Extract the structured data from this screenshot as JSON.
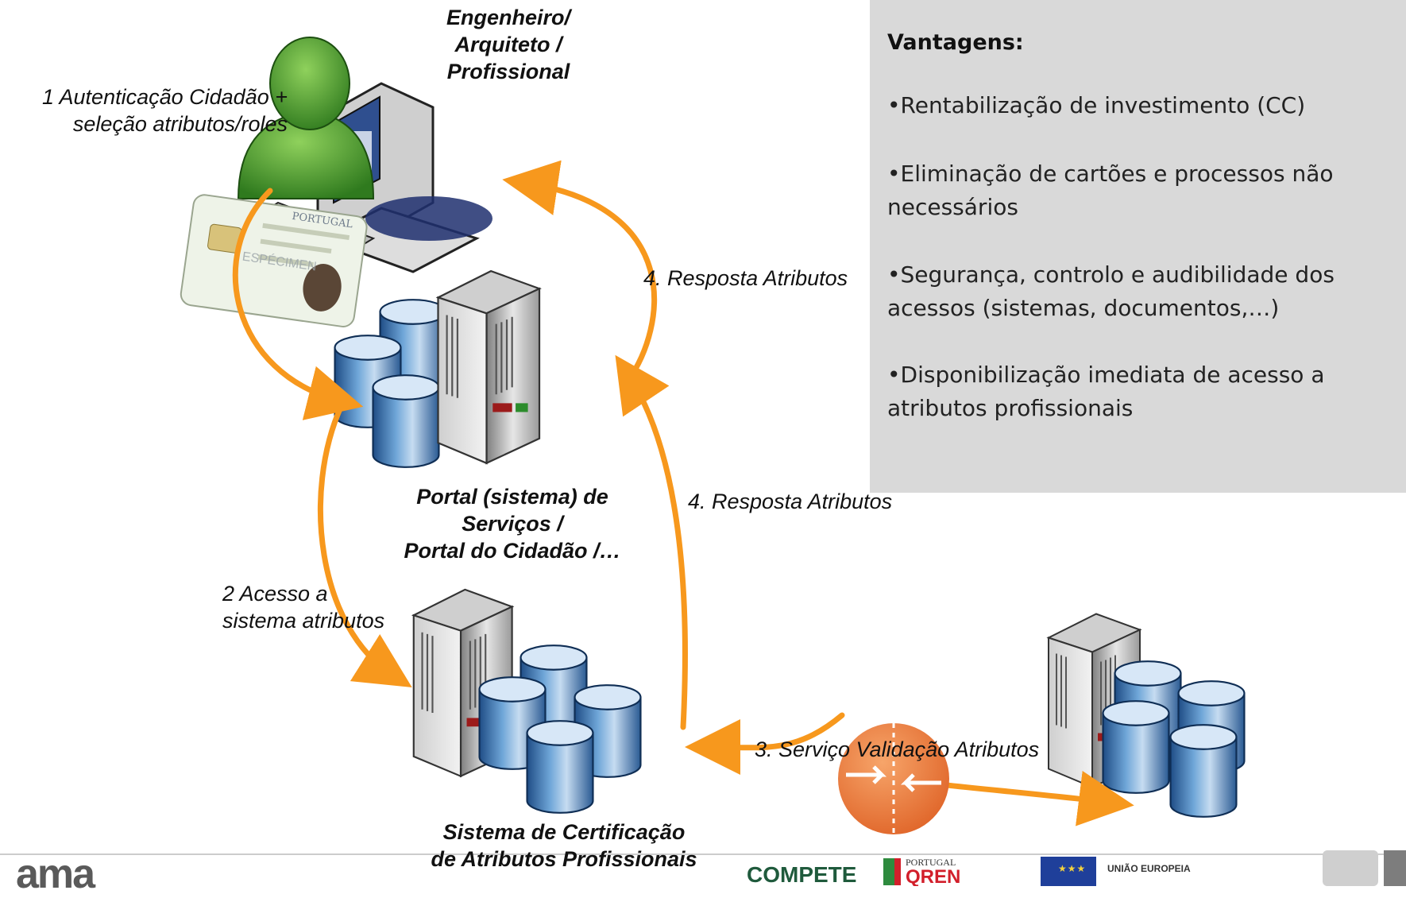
{
  "advantages": {
    "title": "Vantagens:",
    "items": [
      "•Rentabilização de investimento (CC)",
      "•Eliminação de cartões e processos não necessários",
      "•Segurança, controlo e audibilidade dos acessos (sistemas, documentos,…)",
      "•Disponibilização imediata de acesso a atributos profissionais"
    ]
  },
  "nodes": {
    "user": [
      "Engenheiro/",
      "Arquiteto /",
      "Profissional"
    ],
    "portal": [
      "Portal  (sistema) de",
      "Serviços /",
      "Portal do Cidadão /…"
    ],
    "certification": [
      "Sistema de Certificação",
      "de Atributos Profissionais"
    ]
  },
  "edges": {
    "step1": [
      "1 Autenticação Cidadão +",
      "seleção atributos/roles"
    ],
    "step2": [
      "2 Acesso a",
      "sistema atributos"
    ],
    "step3": "3. Serviço Validação Atributos",
    "step4a": "4. Resposta Atributos",
    "step4b": "4. Resposta Atributos"
  },
  "card": {
    "country": "PORTUGAL",
    "watermark": "ESPÉCIMEN"
  },
  "footer": {
    "ama": "ama",
    "compete": "COMPETE",
    "qren_country": "PORTUGAL",
    "qren": "QREN",
    "eu": "UNIÃO EUROPEIA"
  },
  "colors": {
    "arrow": "#f7981d",
    "panel": "#d9d9d9",
    "person": "#4e9a2e",
    "firewall": "#f07c2e"
  }
}
